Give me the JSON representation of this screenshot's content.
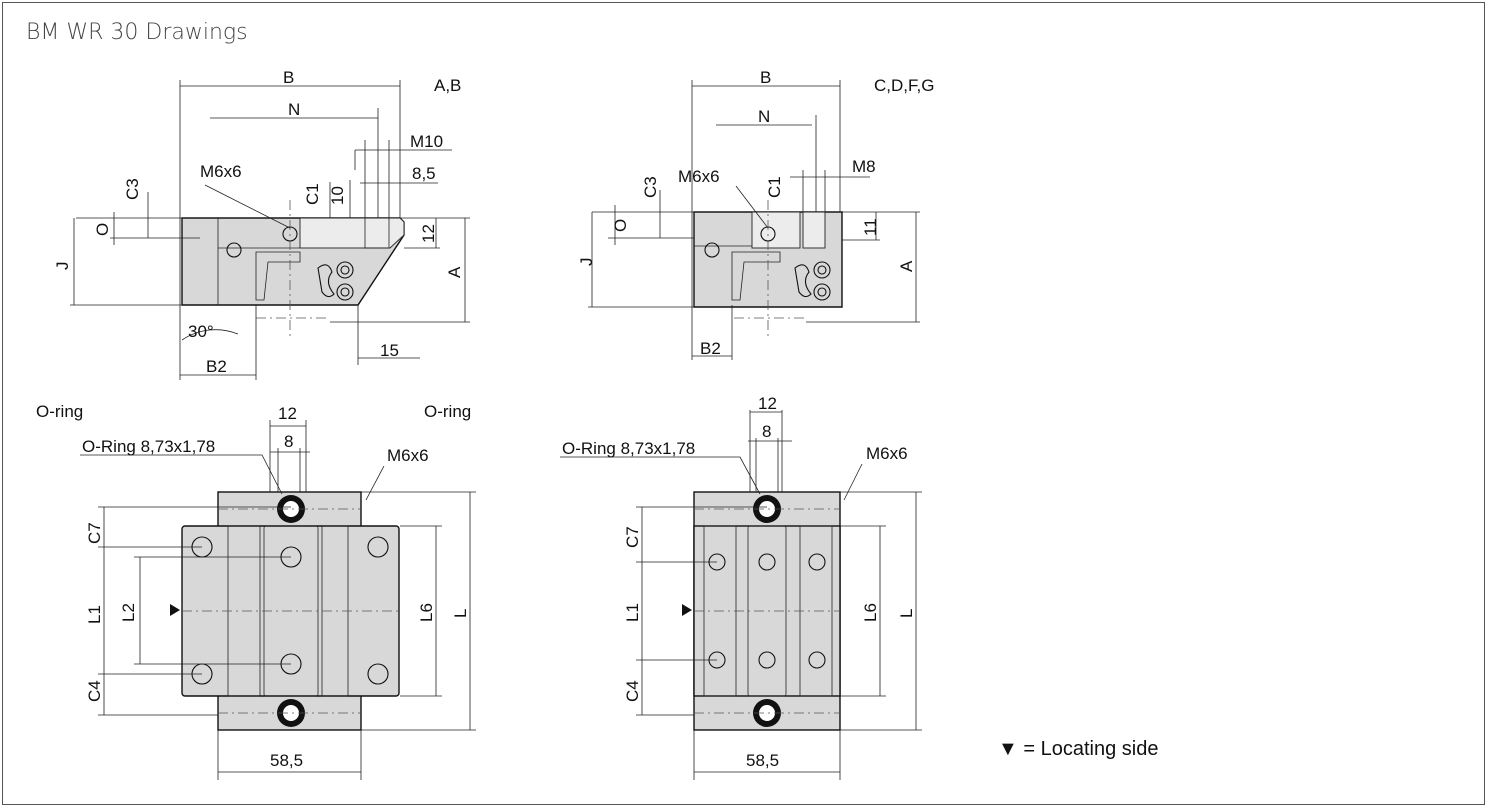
{
  "title": "BM WR 30 Drawings",
  "views": {
    "tl_tag": "A,B",
    "tr_tag": "C,D,F,G",
    "bl_label_left": "O-ring",
    "bl_label_right": "O-ring"
  },
  "dims": {
    "B": "B",
    "N": "N",
    "M10": "M10",
    "M8": "M8",
    "d85": "8,5",
    "M6x6": "M6x6",
    "C3": "C3",
    "C1": "C1",
    "O": "O",
    "J": "J",
    "A": "A",
    "d10": "10",
    "d12": "12",
    "d11": "11",
    "d15": "15",
    "angle": "30°",
    "B2": "B2",
    "d12b": "12",
    "d8": "8",
    "oring": "O-Ring 8,73x1,78",
    "C7": "C7",
    "L1": "L1",
    "L2": "L2",
    "C4": "C4",
    "L6": "L6",
    "L": "L",
    "w585": "58,5"
  },
  "legend": {
    "symbol": "▼",
    "text": "=  Locating side"
  },
  "colors": {
    "body": "#d8d8d8",
    "line": "#111111",
    "frame": "#555555"
  }
}
